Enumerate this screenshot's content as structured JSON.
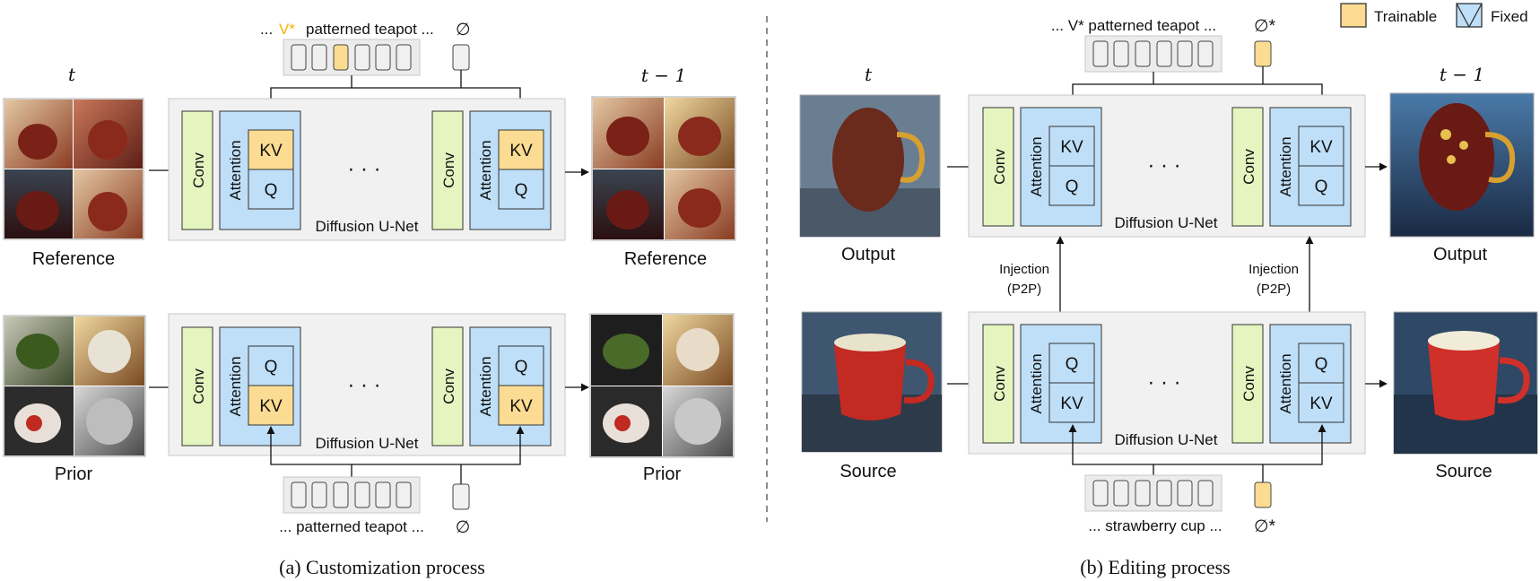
{
  "legend": {
    "trainable": "Trainable",
    "fixed": "Fixed"
  },
  "colors": {
    "trainable": "#fcdc92",
    "attention": "#bfdff8",
    "conv": "#e4f5c0",
    "unet_bg": "#f1f1f1",
    "accent_token": "#f4b400"
  },
  "customization": {
    "caption": "(a) Customization process",
    "top_prompt_pre": "...",
    "top_prompt_token": "V*",
    "top_prompt_post": "patterned teapot ...",
    "top_null": "∅",
    "bottom_prompt": "... patterned teapot ...",
    "bottom_null": "∅",
    "t_label": "t",
    "t1_label": "t − 1",
    "reference_in": "Reference",
    "reference_out": "Reference",
    "prior_in": "Prior",
    "prior_out": "Prior",
    "unet_top": {
      "conv": "Conv",
      "attention": "Attention",
      "kv": "KV",
      "q": "Q",
      "dots": "· · ·",
      "name": "Diffusion U-Net"
    },
    "unet_bottom": {
      "conv": "Conv",
      "attention": "Attention",
      "kv": "KV",
      "q": "Q",
      "dots": "· · ·",
      "name": "Diffusion U-Net"
    }
  },
  "editing": {
    "caption": "(b) Editing process",
    "top_prompt": "... V* patterned teapot ...",
    "top_null": "∅*",
    "bottom_prompt": "... strawberry cup ...",
    "bottom_null": "∅*",
    "t_label": "t",
    "t1_label": "t − 1",
    "output_in": "Output",
    "output_out": "Output",
    "source_in": "Source",
    "source_out": "Source",
    "injection_1": "Injection",
    "injection_2": "(P2P)",
    "unet_top": {
      "conv": "Conv",
      "attention": "Attention",
      "kv": "KV",
      "q": "Q",
      "dots": "· · ·",
      "name": "Diffusion U-Net"
    },
    "unet_bottom": {
      "conv": "Conv",
      "attention": "Attention",
      "kv": "KV",
      "q": "Q",
      "dots": "· · ·",
      "name": "Diffusion U-Net"
    }
  }
}
